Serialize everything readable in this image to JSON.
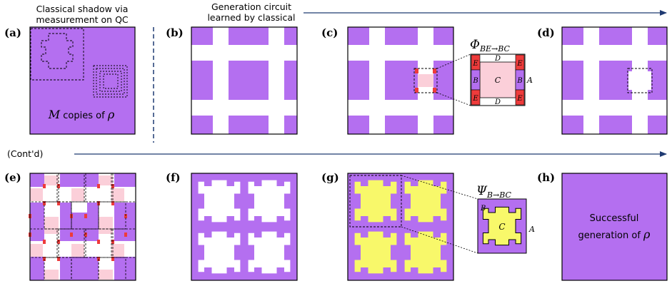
{
  "colors": {
    "purple": "#b46ff0",
    "white": "#ffffff",
    "pink": "#fbcfd9",
    "red": "#ee3b3b",
    "yellow": "#f8f86a",
    "navy": "#1f3a72",
    "black": "#000000"
  },
  "panels": {
    "a": {
      "label": "(a)",
      "caption_prefix": "M",
      "caption_mid": " copies of ",
      "caption_rho": "ρ"
    },
    "b": {
      "label": "(b)"
    },
    "c": {
      "label": "(c)"
    },
    "d": {
      "label": "(d)"
    },
    "e": {
      "label": "(e)"
    },
    "f": {
      "label": "(f)"
    },
    "g": {
      "label": "(g)"
    },
    "h": {
      "label": "(h)",
      "text_line1": "Successful",
      "text_line2": "generation of ",
      "text_rho": "ρ"
    }
  },
  "headers": {
    "shadow_line1": "Classical shadow via",
    "shadow_line2": "measurement on QC",
    "generation_line1": "Generation circuit",
    "generation_line2": "learned by classical",
    "contd": "(Cont'd)"
  },
  "inset_c": {
    "title_main": "Φ",
    "title_sub": "BE→BC",
    "region_C": "C",
    "region_D_top": "D",
    "region_D_bottom": "D",
    "region_E_tl": "E",
    "region_E_tr": "E",
    "region_E_bl": "E",
    "region_E_br": "E",
    "region_B_left": "B",
    "region_B_right": "B",
    "region_A": "A"
  },
  "inset_g": {
    "title_main": "Ψ",
    "title_sub": "B→BC",
    "region_B": "B",
    "region_C": "C",
    "region_A": "A"
  }
}
